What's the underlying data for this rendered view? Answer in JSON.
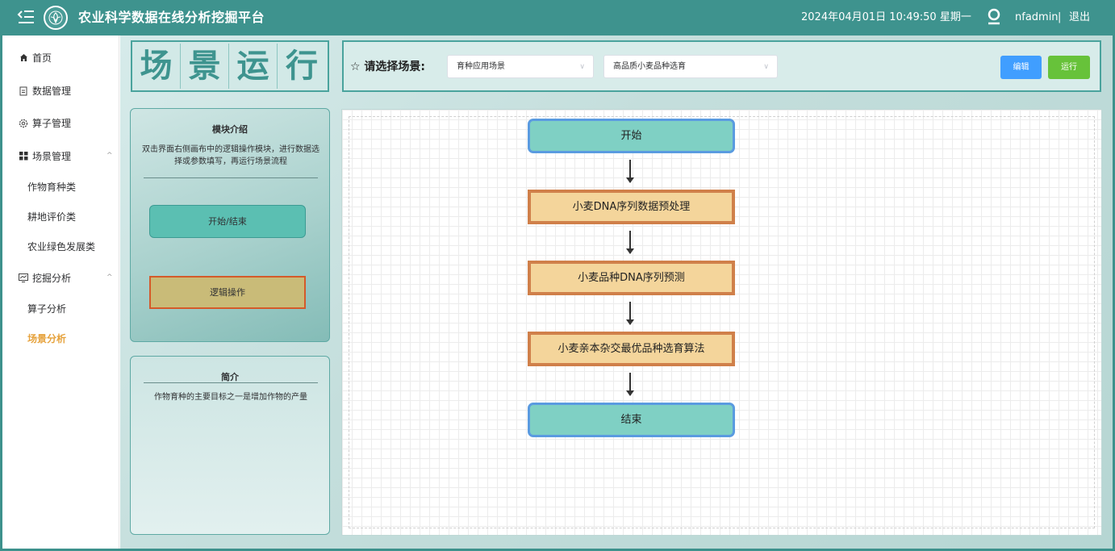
{
  "header": {
    "title": "农业科学数据在线分析挖掘平台",
    "datetime": "2024年04月01日 10:49:50 星期一",
    "username": "nfadmin",
    "separator": "|",
    "logout": "退出"
  },
  "sidebar": {
    "items": [
      {
        "label": "首页",
        "icon": "home-icon"
      },
      {
        "label": "数据管理",
        "icon": "document-icon"
      },
      {
        "label": "算子管理",
        "icon": "gear-icon"
      },
      {
        "label": "场景管理",
        "icon": "grid-icon"
      },
      {
        "label": "作物育种类"
      },
      {
        "label": "耕地评价类"
      },
      {
        "label": "农业绿色发展类"
      },
      {
        "label": "挖掘分析",
        "icon": "chart-icon"
      },
      {
        "label": "算子分析"
      },
      {
        "label": "场景分析"
      }
    ]
  },
  "page_title": {
    "chars": [
      "场",
      "景",
      "运",
      "行"
    ]
  },
  "scene_bar": {
    "label": "☆ 请选择场景:",
    "select1": "育种应用场景",
    "select2": "高品质小麦品种选育",
    "edit_label": "编辑",
    "run_label": "运行"
  },
  "module_panel": {
    "title": "模块介绍",
    "description": "双击界面右侧画布中的逻辑操作模块，进行数据选择或参数填写，再运行场景流程",
    "tool_start_end": "开始/结束",
    "tool_logic": "逻辑操作"
  },
  "intro_panel": {
    "title": "简介",
    "text": "作物育种的主要目标之一是增加作物的产量"
  },
  "flow": {
    "nodes": [
      {
        "label": "开始",
        "type": "start-end"
      },
      {
        "label": "小麦DNA序列数据预处理",
        "type": "logic"
      },
      {
        "label": "小麦品种DNA序列预测",
        "type": "logic"
      },
      {
        "label": "小麦亲本杂交最优品种选育算法",
        "type": "logic"
      },
      {
        "label": "结束",
        "type": "start-end"
      }
    ]
  },
  "colors": {
    "header_bg": "#3e938e",
    "start_end_fill": "#7fd0c4",
    "start_end_border": "#5a9be0",
    "logic_fill": "#f4d59b",
    "logic_border": "#d0804a",
    "active_nav": "#e6a23c",
    "edit_button": "#409eff",
    "run_button": "#67c23a"
  }
}
